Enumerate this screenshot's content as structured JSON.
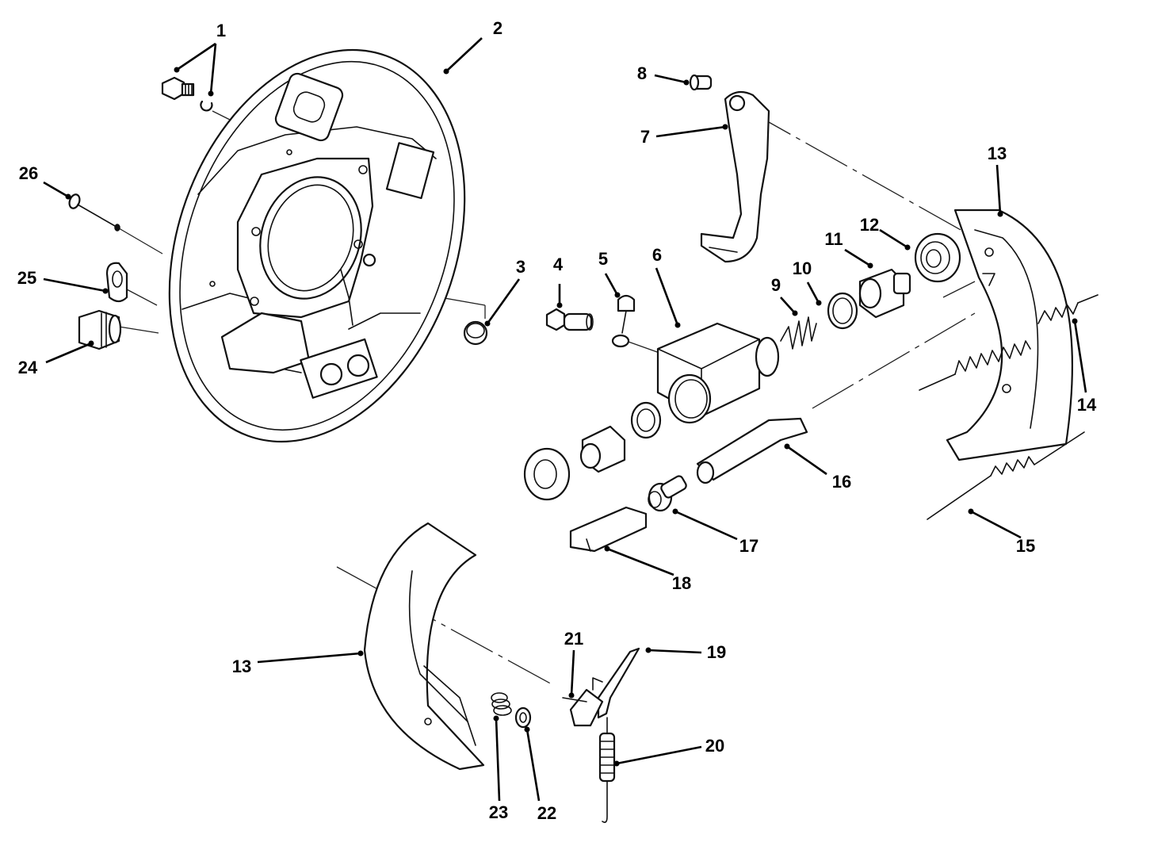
{
  "callouts": {
    "c1": "1",
    "c2": "2",
    "c3": "3",
    "c4": "4",
    "c5": "5",
    "c6": "6",
    "c7": "7",
    "c8": "8",
    "c9": "9",
    "c10": "10",
    "c11": "11",
    "c12": "12",
    "c13a": "13",
    "c13b": "13",
    "c14": "14",
    "c15": "15",
    "c16": "16",
    "c17": "17",
    "c18": "18",
    "c19": "19",
    "c20": "20",
    "c21": "21",
    "c22": "22",
    "c23": "23",
    "c24": "24",
    "c25": "25",
    "c26": "26"
  }
}
